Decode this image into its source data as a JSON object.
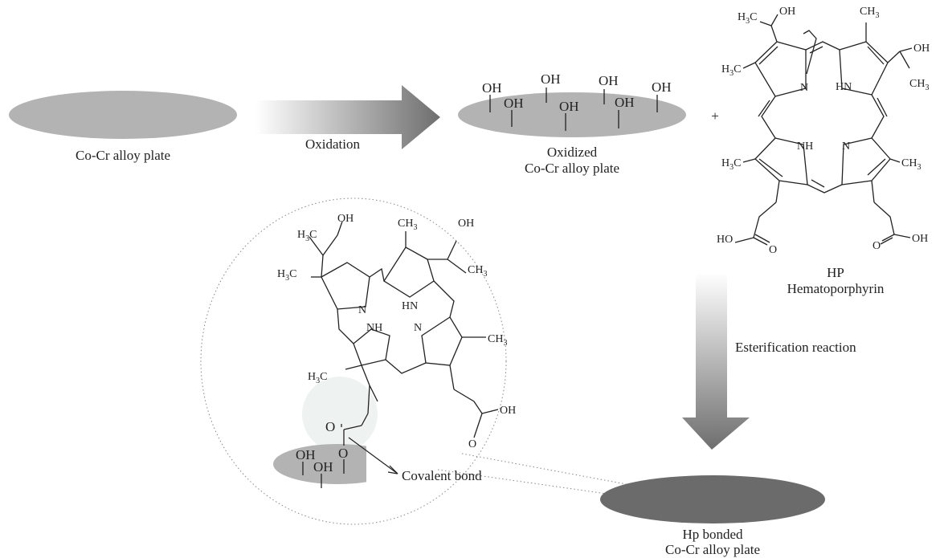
{
  "labels": {
    "plate": "Co-Cr alloy plate",
    "oxidation": "Oxidation",
    "oxidized_line1": "Oxidized",
    "oxidized_line2": "Co-Cr alloy plate",
    "plus": "+",
    "hp_line1": "HP",
    "hp_line2": "Hematoporphyrin",
    "esterification": "Esterification reaction",
    "bonded_line1": "Hp bonded",
    "bonded_line2": "Co-Cr alloy plate",
    "covalent": "Covalent bond"
  },
  "atoms": {
    "oh": "OH",
    "o": "O",
    "n": "N",
    "nh": "NH",
    "hn": "HN",
    "ho": "HO",
    "h3": "H",
    "c": "C",
    "ch": "CH",
    "three": "3"
  },
  "colors": {
    "plate": "#b3b3b3",
    "bonded_plate": "#6b6b6b",
    "arrow_dark": "#6e6e6e",
    "zoom_highlight": "#eef3f1",
    "line": "#222222"
  }
}
